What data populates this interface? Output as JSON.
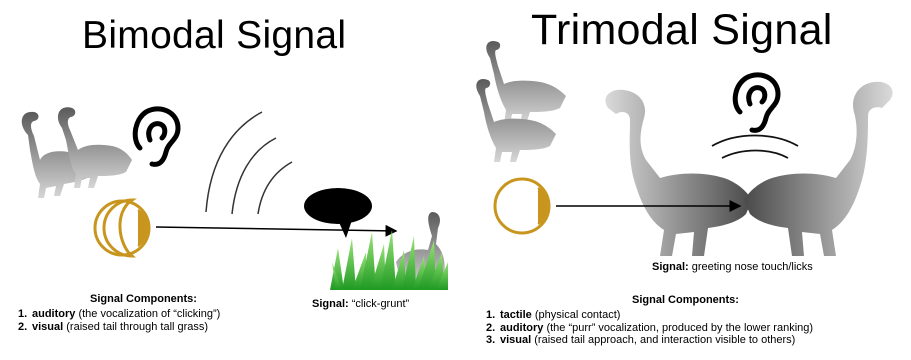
{
  "bimodal": {
    "title": "Bimodal Signal",
    "signal_label": "Signal:",
    "signal_text": " “click-grunt”",
    "components_heading": "Signal Components:",
    "components": [
      {
        "num": "1.",
        "name": "auditory",
        "desc": " (the vocalization of “clicking”)"
      },
      {
        "num": "2.",
        "name": "visual",
        "desc": " (raised tail through tall grass)"
      }
    ]
  },
  "trimodal": {
    "title": "Trimodal Signal",
    "signal_label": "Signal:",
    "signal_text": " greeting nose touch/licks",
    "components_heading": "Signal Components:",
    "components": [
      {
        "num": "1.",
        "name": "tactile",
        "desc": " (physical contact)"
      },
      {
        "num": "2.",
        "name": "auditory",
        "desc": " (the “purr” vocalization, produced by the lower ranking)"
      },
      {
        "num": "3.",
        "name": "visual",
        "desc": " (raised tail approach, and interaction visible to others)"
      }
    ]
  },
  "icons": [
    "eye-icon",
    "ear-icon",
    "lemur-silhouette",
    "speech-bubble-icon",
    "grass-icon",
    "sound-wave-icon"
  ],
  "colors": {
    "eye_outline": "#c8961e",
    "grass": "#3bb53b",
    "lemur_dark": "#555555",
    "lemur_light": "#cfcfcf"
  }
}
